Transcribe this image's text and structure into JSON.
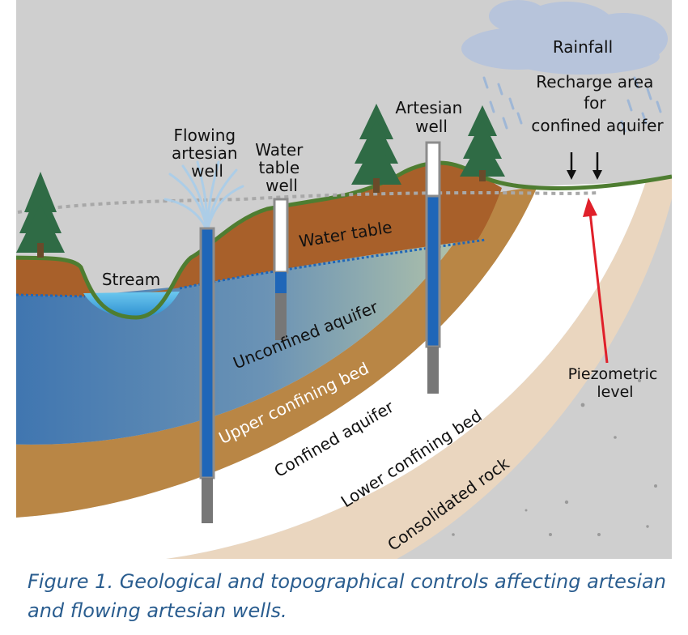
{
  "labels": {
    "rainfall": "Rainfall",
    "recharge": [
      "Recharge area",
      "for",
      "confined aquifer"
    ],
    "artesian_well": [
      "Artesian",
      "well"
    ],
    "flowing_well": [
      "Flowing",
      "artesian",
      "well"
    ],
    "water_table_well": [
      "Water",
      "table",
      "well"
    ],
    "water_table": "Water table",
    "stream": "Stream",
    "unconfined_aquifer": "Unconfined aquifer",
    "upper_confining_bed": "Upper confining bed",
    "confined_aquifer": "Confined aquifer",
    "lower_confining_bed": "Lower confining bed",
    "consolidated_rock": "Consolidated rock",
    "piezometric": [
      "Piezometric",
      "level"
    ]
  },
  "caption": [
    "Figure 1. Geological and topographical controls affecting artesian",
    "and flowing artesian wells."
  ],
  "colors": {
    "soil": "#a8602a",
    "aquifer": "#4f83b8",
    "confining_bed": "#b98645",
    "confined_aquifer": "#ffffff",
    "lower_bed": "#ead6bf",
    "rock": "#cfcfcf",
    "grass": "#4e7d31",
    "tree": "#2f6b45",
    "well_water": "#1f66b8",
    "arrow": "#e0202a",
    "caption": "#2a5d8f"
  }
}
